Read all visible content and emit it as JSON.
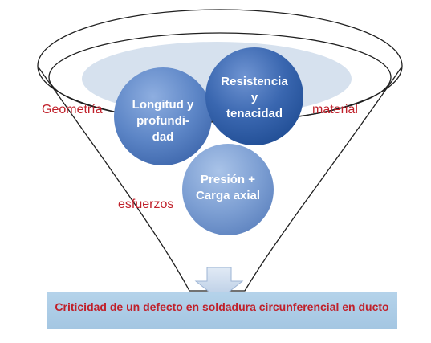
{
  "funnel": {
    "labels": {
      "geometria": "Geometría",
      "material": "material",
      "esfuerzos": "esfuerzos"
    },
    "circles": {
      "longitud": [
        "Longitud y",
        "profundi-",
        "dad"
      ],
      "resistencia": [
        "Resistencia",
        "y",
        "tenacidad"
      ],
      "presion": [
        "Presión +",
        "Carga axial"
      ]
    }
  },
  "result": {
    "text": "Criticidad de un defecto en soldadura circunferencial en ducto"
  },
  "colors": {
    "label_red": "#c0202a",
    "funnel_outline": "#1f1f1f",
    "inner_ellipse": "#d6e1ee",
    "circle_light": "#7fa3d6",
    "circle_dark": "#2d5fa8",
    "box_fill": "#b0cfe8",
    "arrow_fill": "#c9d9ec"
  }
}
